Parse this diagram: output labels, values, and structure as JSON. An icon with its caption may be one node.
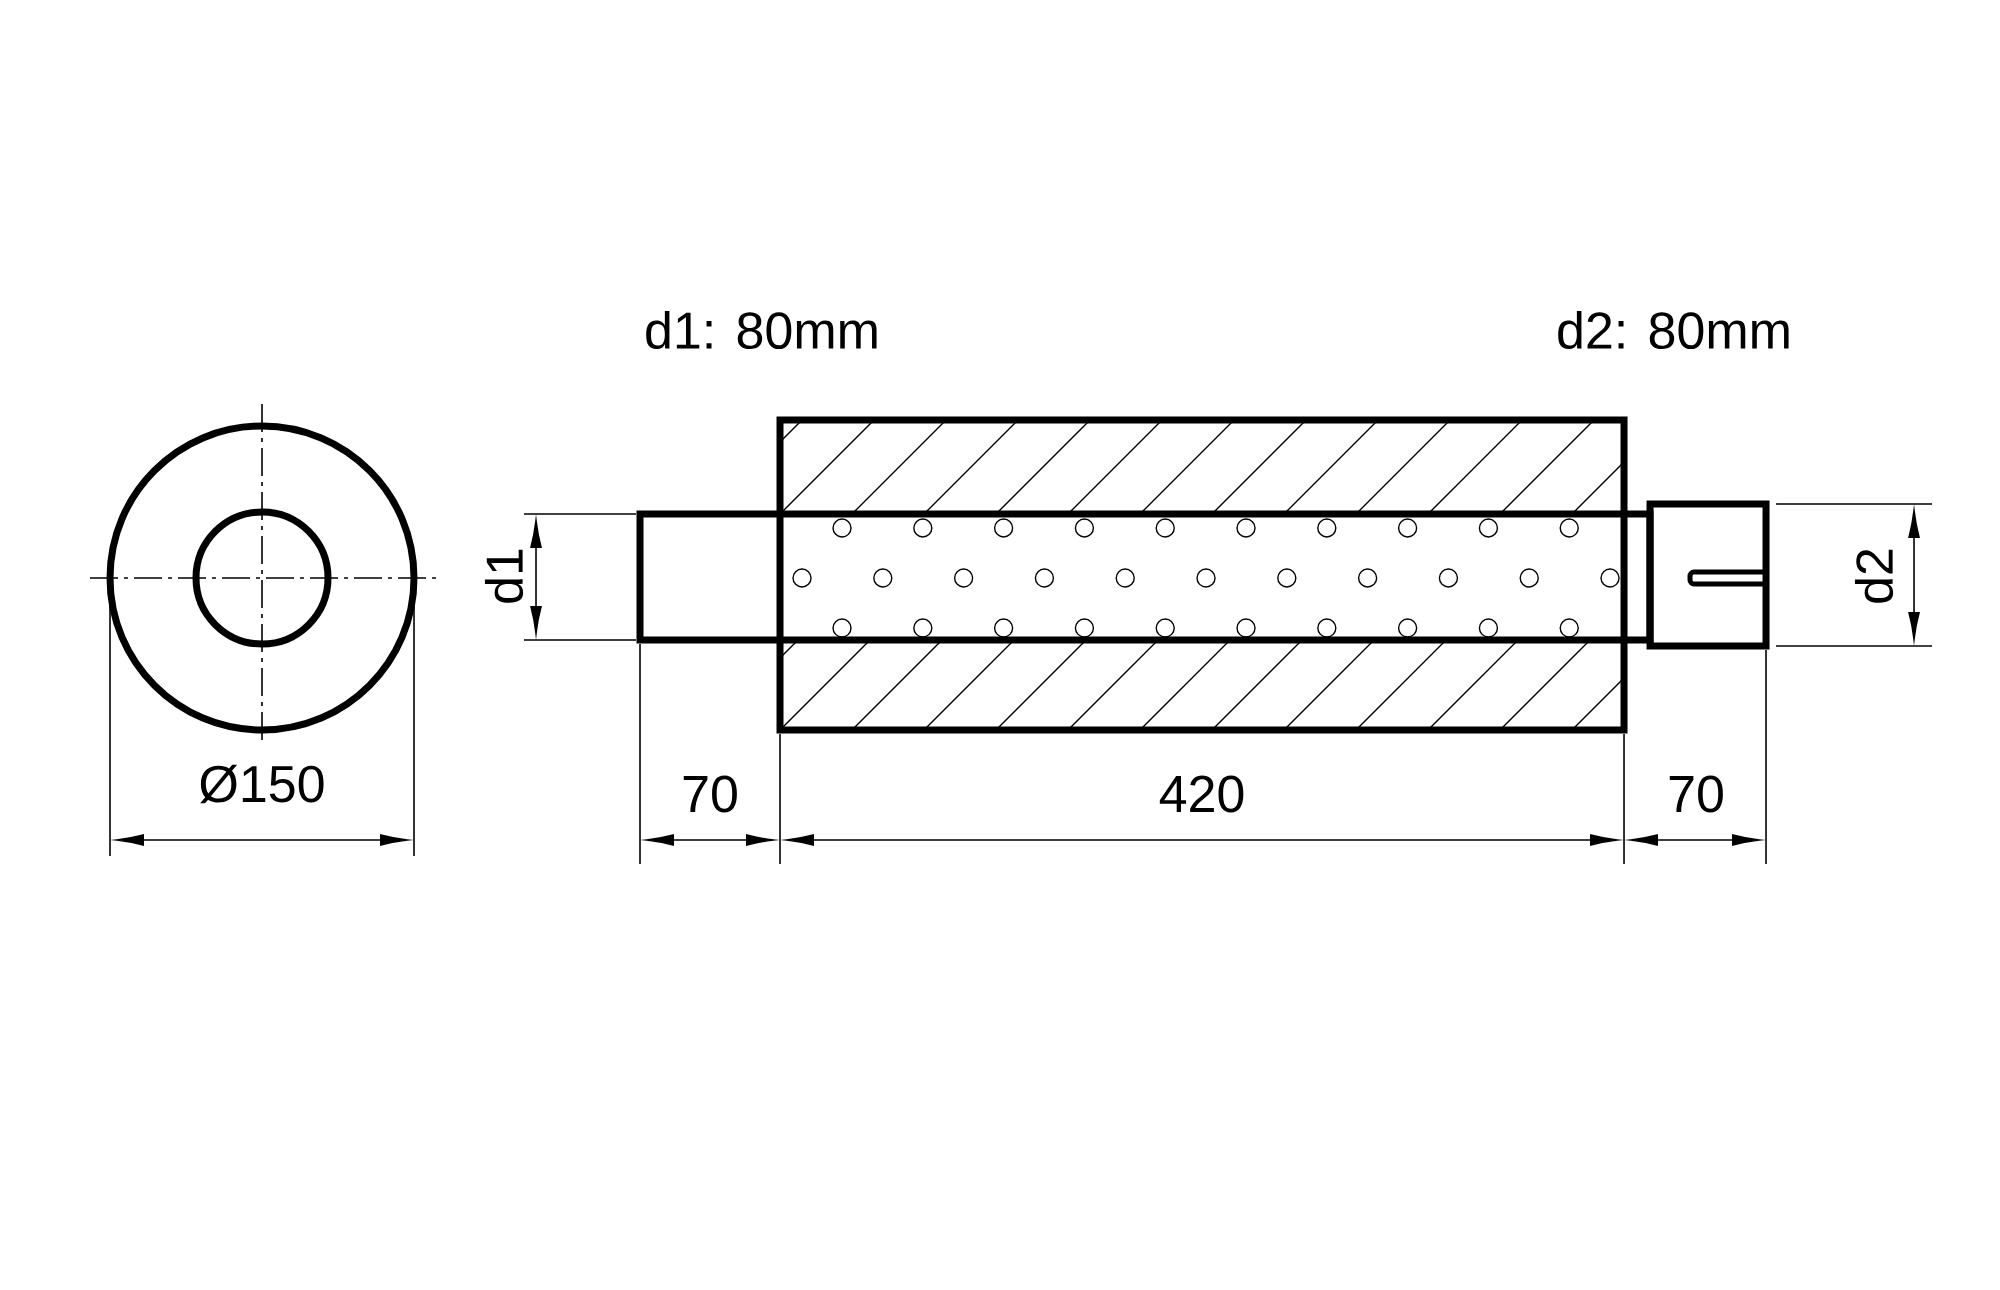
{
  "diagram": {
    "labels": [
      "d1: 80mm",
      "d2: 80mm",
      "d1",
      "d2",
      "Ø150",
      "70",
      "420",
      "70"
    ]
  }
}
